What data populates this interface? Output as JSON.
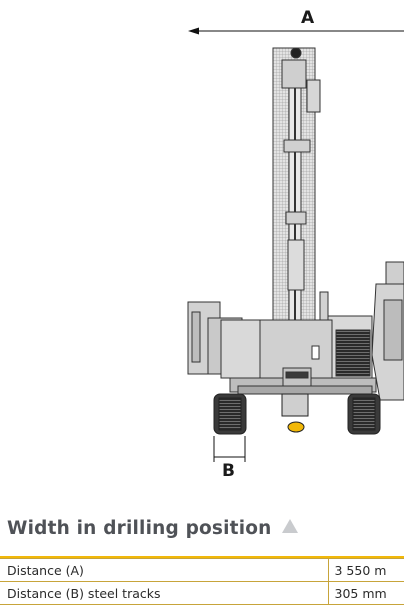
{
  "drawing": {
    "label_a": "A",
    "label_b": "B"
  },
  "section": {
    "title": "Width in drilling position"
  },
  "specs": [
    {
      "label": "Distance (A)",
      "value": "3 550 m"
    },
    {
      "label": "Distance (B) steel tracks",
      "value": "305 mm"
    }
  ],
  "colors": {
    "accent": "#f2b807",
    "table_border": "#c7a43a",
    "title": "#4f5257",
    "machine_line": "#333333",
    "machine_fill": "#d9d9d9"
  }
}
